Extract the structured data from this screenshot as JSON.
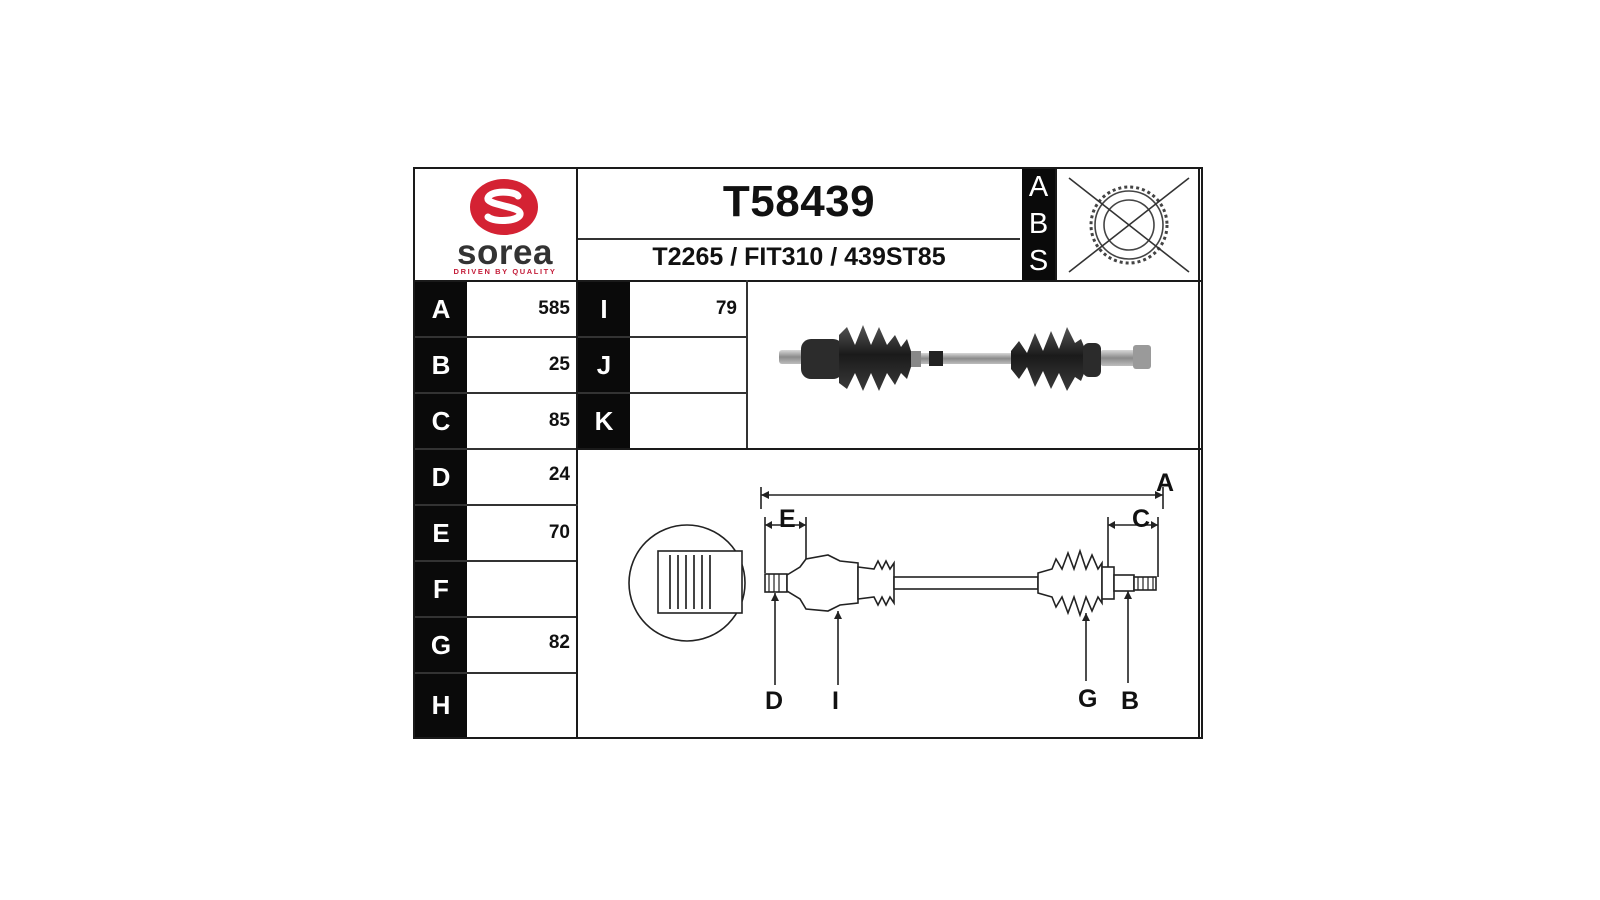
{
  "brand": {
    "name": "sorea",
    "tagline": "DRIVEN BY QUALITY",
    "colors": {
      "primary": "#d42233",
      "text": "#333333"
    }
  },
  "product": {
    "code": "T58439",
    "references": "T2265 / FIT310 / 439ST85"
  },
  "abs": {
    "letters": [
      "A",
      "B",
      "S"
    ],
    "ring_icon": "abs-ring-crossed-icon"
  },
  "dimensions_left": [
    {
      "label": "A",
      "value": "585"
    },
    {
      "label": "B",
      "value": "25"
    },
    {
      "label": "C",
      "value": "85"
    },
    {
      "label": "D",
      "value": "24"
    },
    {
      "label": "E",
      "value": "70"
    },
    {
      "label": "F",
      "value": ""
    },
    {
      "label": "G",
      "value": "82"
    },
    {
      "label": "H",
      "value": ""
    }
  ],
  "dimensions_right": [
    {
      "label": "I",
      "value": "79"
    },
    {
      "label": "J",
      "value": ""
    },
    {
      "label": "K",
      "value": ""
    }
  ],
  "diagram": {
    "labels": {
      "A": "A",
      "E": "E",
      "C": "C",
      "D": "D",
      "I": "I",
      "G": "G",
      "B": "B"
    }
  }
}
